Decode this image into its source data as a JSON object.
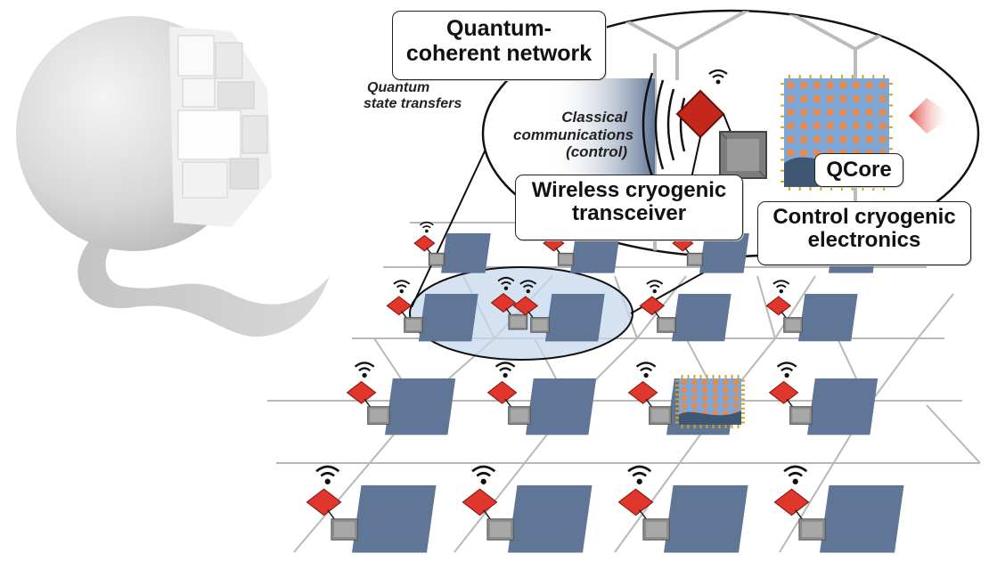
{
  "labels": {
    "quantum_coherent_network_line1": "Quantum-",
    "quantum_coherent_network_line2": "coherent network",
    "quantum_state_transfers_line1": "Quantum",
    "quantum_state_transfers_line2": "state transfers",
    "classical_comms_line1": "Classical",
    "classical_comms_line2": "communications",
    "classical_comms_line3": "(control)",
    "wireless_transceiver_line1": "Wireless cryogenic",
    "wireless_transceiver_line2": "transceiver",
    "qcore": "QCore",
    "control_electronics_line1": "Control cryogenic",
    "control_electronics_line2": "electronics"
  },
  "colors": {
    "qubit_tile": "#5f7696",
    "transceiver_red": "#e0362c",
    "control_chip_gray": "#8c8c8c",
    "grid_line": "#b8b8b8",
    "qcore_blue": "#7fa7d6",
    "qcore_dot": "#e8894a",
    "qcore_pin": "#d4a520",
    "highlight_ellipse": "#c5d8ee",
    "logo_gray": "#d0d0d0"
  },
  "icons": {
    "logo": "Q-logo-cube-sphere",
    "wireless": "wifi-icon",
    "transceiver": "red-diamond-chip",
    "control": "gray-beveled-chip"
  }
}
